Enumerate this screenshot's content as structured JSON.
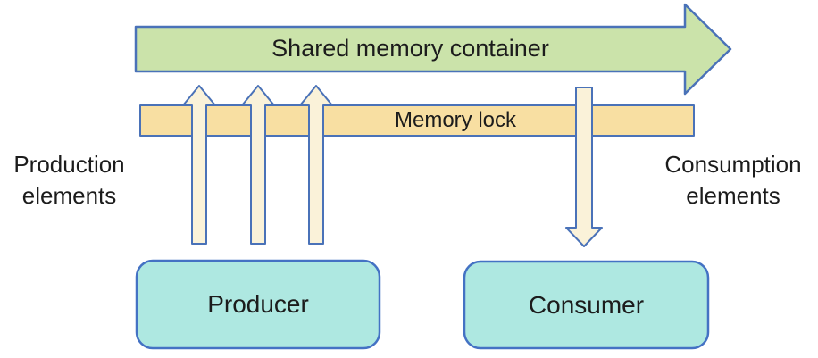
{
  "diagram": {
    "shared_memory_arrow": {
      "label": "Shared memory container"
    },
    "memory_lock_bar": {
      "label": "Memory lock"
    },
    "producer_box": {
      "label": "Producer"
    },
    "consumer_box": {
      "label": "Consumer"
    },
    "production_elements": {
      "line1": "Production",
      "line2": "elements"
    },
    "consumption_elements": {
      "line1": "Consumption",
      "line2": "elements"
    }
  },
  "colors": {
    "shared_arrow_fill": "#cbe3aa",
    "memory_lock_fill": "#f8dfa2",
    "flow_arrow_fill": "#faf2d9",
    "process_box_fill": "#aee8e1",
    "outline_blue": "#4a72b8",
    "text_dark": "#1c1c1c",
    "background": "#ffffff"
  }
}
